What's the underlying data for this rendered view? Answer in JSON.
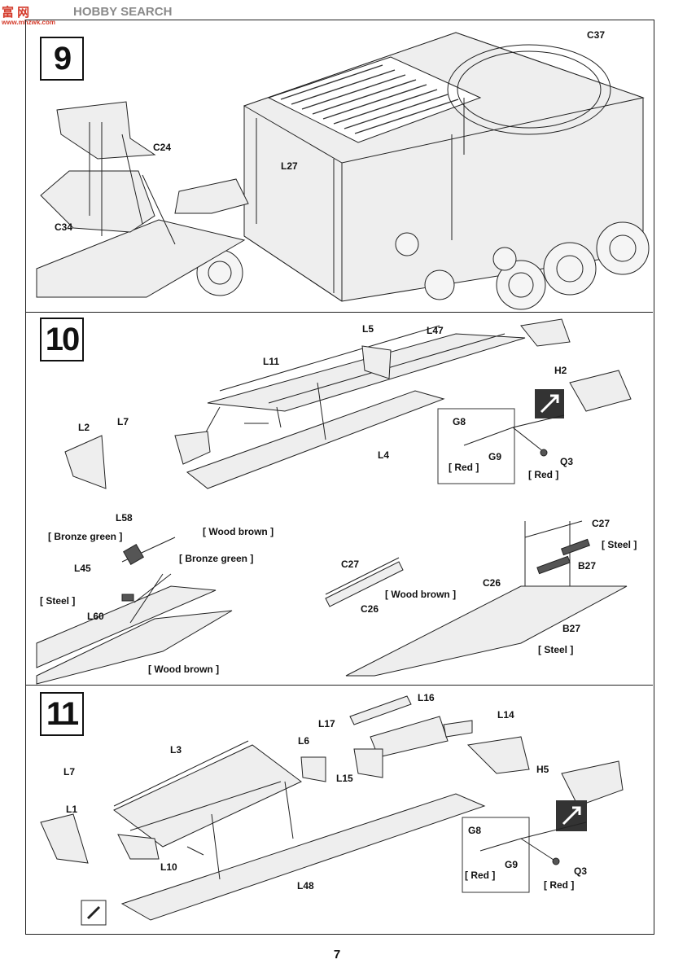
{
  "watermark": {
    "brand_cn": "富 网",
    "brand_en": "HOBBY SEARCH",
    "site": "www.mhzwk.com"
  },
  "page_number": "7",
  "steps": [
    {
      "number": "9",
      "labels": [
        "C37",
        "C24",
        "L27",
        "C34"
      ]
    },
    {
      "number": "10",
      "labels": [
        "L5",
        "L47",
        "L11",
        "H2",
        "L2",
        "L7",
        "G8",
        "L4",
        "G9",
        "Q3",
        "[ Red ]",
        "[ Red ]",
        "L58",
        "C27",
        "[ Wood brown ]",
        "[ Bronze green ]",
        "[ Steel ]",
        "[ Bronze green ]",
        "B27",
        "C27",
        "L45",
        "C26",
        "[ Wood brown ]",
        "[ Steel ]",
        "L60",
        "C26",
        "B27",
        "[ Steel ]",
        "[ Wood brown ]"
      ]
    },
    {
      "number": "11",
      "labels": [
        "L16",
        "L17",
        "L14",
        "L3",
        "L6",
        "L7",
        "H5",
        "L15",
        "L1",
        "G8",
        "G9",
        "L10",
        "[ Red ]",
        "Q3",
        "L48",
        "[ Red ]"
      ]
    }
  ]
}
